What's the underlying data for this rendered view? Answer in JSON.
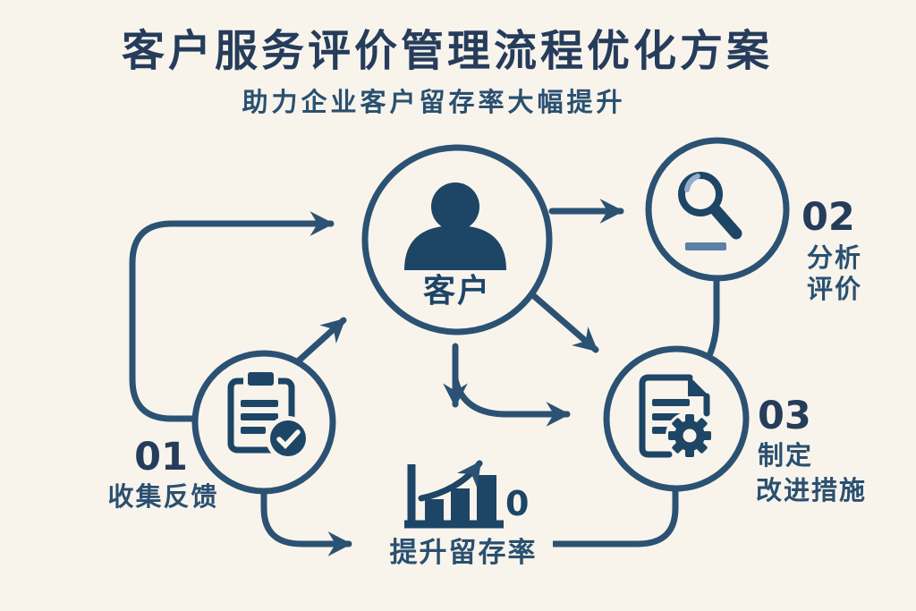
{
  "title": "客户服务评价管理流程优化方案",
  "subtitle": "助力企业客户留存率大幅提升",
  "center_node": {
    "label": "客户",
    "icon": "person-icon"
  },
  "steps": [
    {
      "number": "01",
      "lines": [
        "收集反馈"
      ],
      "icon": "clipboard-check-icon"
    },
    {
      "number": "02",
      "lines": [
        "分析",
        "评价"
      ],
      "icon": "magnifier-icon"
    },
    {
      "number": "03",
      "lines": [
        "制定",
        "改进措施"
      ],
      "icon": "document-gear-icon"
    }
  ],
  "outcome": {
    "label": "提升留存率",
    "stray_digit": "0",
    "icon": "bar-chart-growth-icon"
  },
  "colors": {
    "bg": "#f8f4ec",
    "ink": "#263c5b",
    "label": "#2a5070",
    "line": "#2b5273",
    "icon": "#1d4566",
    "accent_light": "#93add0",
    "accent_mid": "#5d80a6"
  }
}
